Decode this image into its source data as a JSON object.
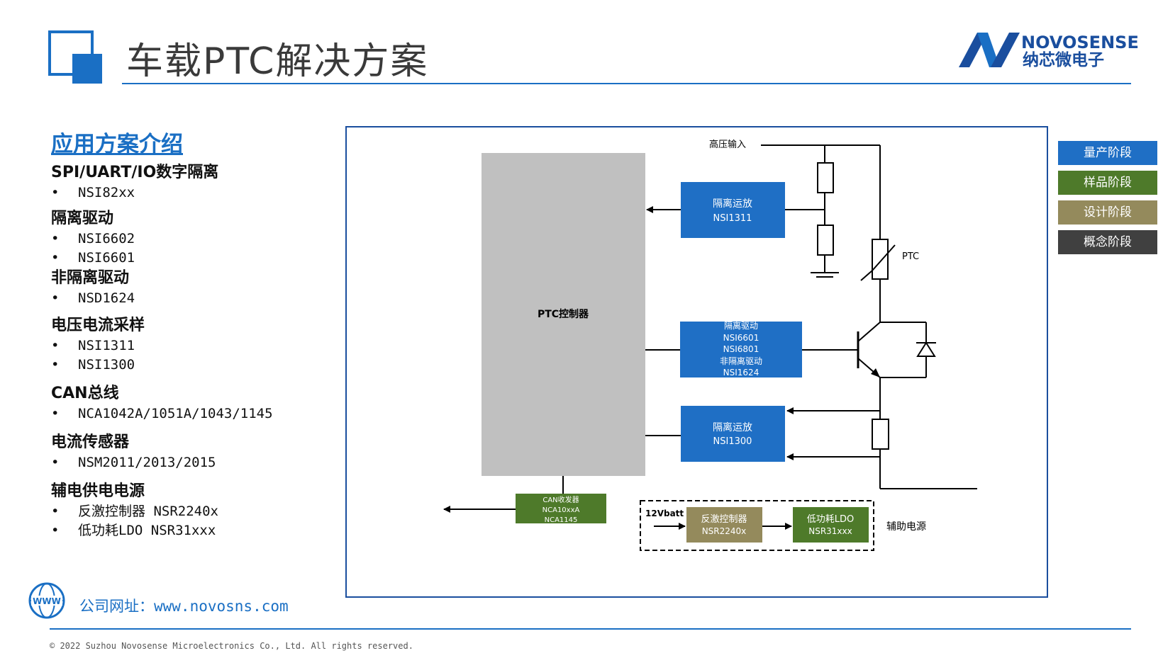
{
  "header": {
    "title": "车载PTC解决方案",
    "logo_en": "NOVOSENSE",
    "logo_cn": "纳芯微电子"
  },
  "left": {
    "intro": "应用方案介绍",
    "sections": [
      {
        "title": "SPI/UART/IO数字隔离",
        "items": [
          "NSI82xx"
        ]
      },
      {
        "title": "隔离驱动",
        "items": [
          "NSI6602",
          "NSI6601"
        ]
      },
      {
        "title": "非隔离驱动",
        "items": [
          "NSD1624"
        ]
      },
      {
        "title": "电压电流采样",
        "items": [
          "NSI1311",
          "NSI1300"
        ]
      },
      {
        "title": "CAN总线",
        "items": [
          "NCA1042A/1051A/1043/1145"
        ]
      },
      {
        "title": "电流传感器",
        "items": [
          "NSM2011/2013/2015"
        ]
      },
      {
        "title": "辅电供电电源",
        "items": [
          "反激控制器  NSR2240x",
          "低功耗LDO  NSR31xxx"
        ]
      }
    ],
    "bullet": "•"
  },
  "website": {
    "label": "公司网址：",
    "url": "www.novosns.com",
    "icon": "globe-www-icon"
  },
  "footer": "© 2022 Suzhou Novosense Microelectronics Co., Ltd.  All rights reserved.",
  "legend": [
    {
      "label": "量产阶段",
      "color": "#1f6fc5"
    },
    {
      "label": "样品阶段",
      "color": "#4e7a2a"
    },
    {
      "label": "设计阶段",
      "color": "#948a5c"
    },
    {
      "label": "概念阶段",
      "color": "#404040"
    }
  ],
  "diagram": {
    "hv_input": "高压输入",
    "controller": "PTC控制器",
    "amp1": [
      "隔离运放",
      "NSI1311"
    ],
    "driver": [
      "隔离驱动",
      "NSI6601",
      "NSI6801",
      "非隔离驱动",
      "NSI1624"
    ],
    "amp2": [
      "隔离运放",
      "NSI1300"
    ],
    "can": [
      "CAN收发器",
      "NCA10xxA",
      "NCA1145"
    ],
    "v12": "12Vbatt",
    "flyback": [
      "反激控制器",
      "NSR2240x"
    ],
    "ldo": [
      "低功耗LDO",
      "NSR31xxx"
    ],
    "aux_power": "辅助电源",
    "ptc": "PTC",
    "colors": {
      "blue": "#1f6fc5",
      "green": "#4e7a2a",
      "khaki": "#948a5c",
      "gray": "#c0c0c0"
    }
  }
}
